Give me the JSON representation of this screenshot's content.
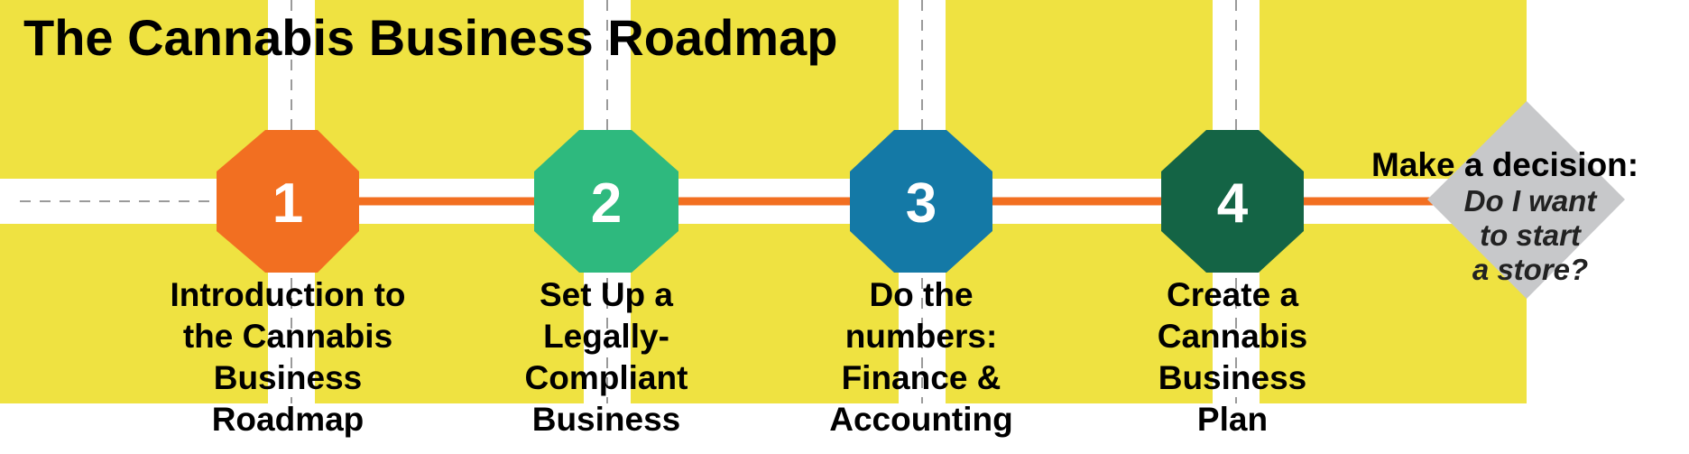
{
  "title": "The Cannabis Business Roadmap",
  "colors": {
    "background_yellow": "#EFE241",
    "road_white": "#FFFFFF",
    "route_orange": "#F26F21",
    "step1": "#F26F21",
    "step2": "#2EB97E",
    "step3": "#1479A6",
    "step4": "#146445",
    "decision_gray": "#C7C8CA"
  },
  "steps": [
    {
      "number": "1",
      "label_lines": [
        "Introduction to",
        "the Cannabis",
        "Business",
        "Roadmap"
      ],
      "color": "#F26F21"
    },
    {
      "number": "2",
      "label_lines": [
        "Set Up a",
        "Legally-",
        "Compliant",
        "Business"
      ],
      "color": "#2EB97E"
    },
    {
      "number": "3",
      "label_lines": [
        "Do the",
        "numbers:",
        "Finance &",
        "Accounting"
      ],
      "color": "#1479A6"
    },
    {
      "number": "4",
      "label_lines": [
        "Create a",
        "Cannabis",
        "Business",
        "Plan"
      ],
      "color": "#146445"
    }
  ],
  "decision": {
    "heading": "Make a decision:",
    "question_lines": [
      "Do I want",
      "to start",
      "a store?"
    ]
  }
}
